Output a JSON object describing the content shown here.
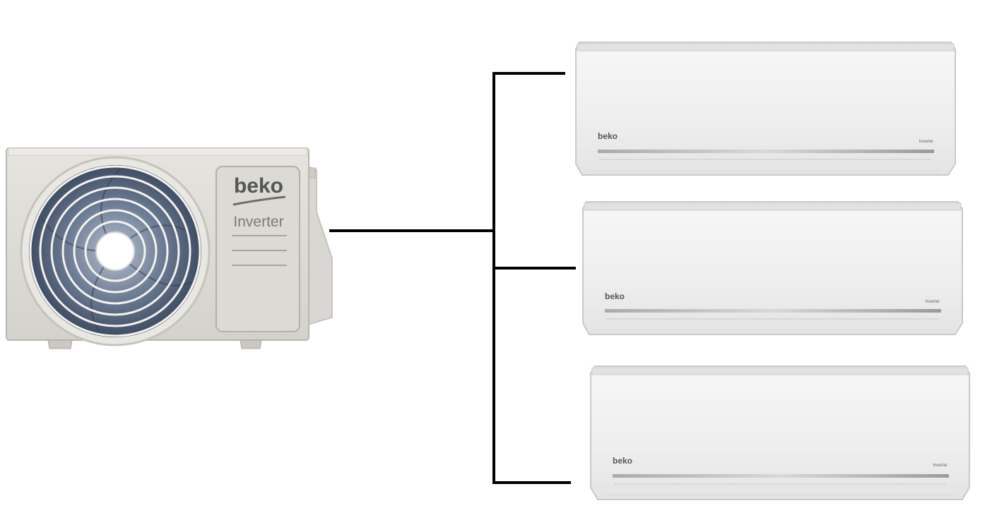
{
  "outdoor_unit": {
    "brand": "beko",
    "model_label": "Inverter"
  },
  "indoor_units": [
    {
      "brand": "beko",
      "model_label": "Inverter"
    },
    {
      "brand": "beko",
      "model_label": "Inverter"
    },
    {
      "brand": "beko",
      "model_label": "Inverter"
    }
  ],
  "colors": {
    "background": "#ffffff",
    "outdoor_body": "#dedcd6",
    "indoor_body": "#f1f1f1",
    "connector_line": "#000000",
    "brand_text": "#555555",
    "fan_blades": "#4a5a70"
  }
}
